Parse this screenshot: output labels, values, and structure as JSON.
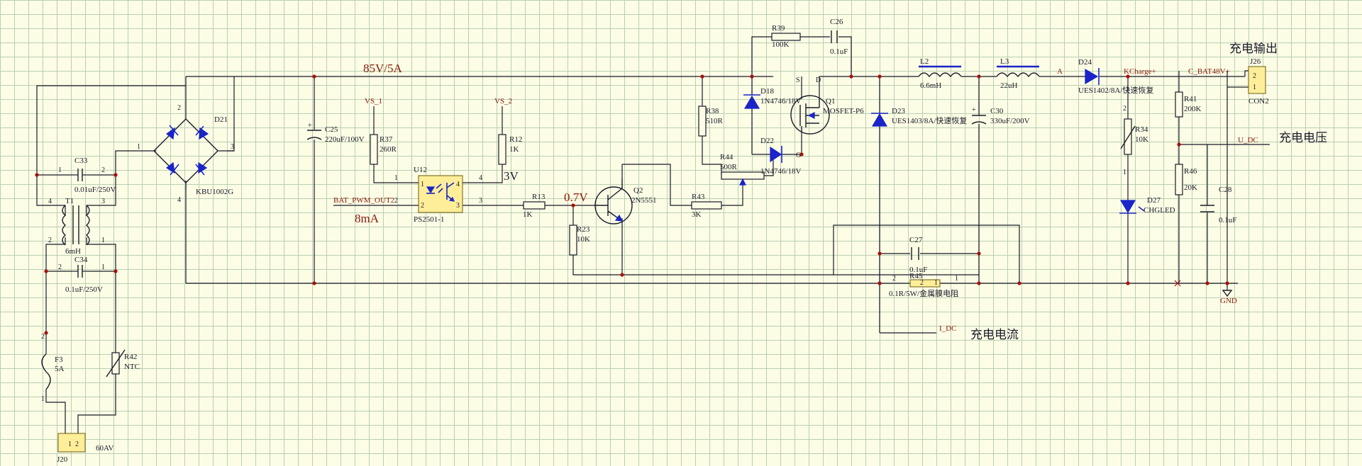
{
  "annotations": {
    "bus": "85V/5A",
    "ma": "8mA",
    "v3": "3V",
    "v07": "0.7V",
    "input_voltage": "60AV",
    "charge_output": "充电输出",
    "charge_voltage": "充电电压",
    "charge_current": "充电电流"
  },
  "nets": {
    "vs1": "VS_1",
    "vs2": "VS_2",
    "pwm": "BAT_PWM_OUT2",
    "kcharge": "KCharge+",
    "cbat": "C_BAT48V+",
    "udc": "U_DC",
    "idc": "I_DC",
    "gnd": "GND",
    "a": "A"
  },
  "components": {
    "c33": {
      "ref": "C33",
      "value": "0.01uF/250V"
    },
    "c34": {
      "ref": "C34",
      "value": "0.1uF/250V"
    },
    "t1": {
      "ref": "T1",
      "value": "6mH"
    },
    "f3": {
      "ref": "F3",
      "value": "5A"
    },
    "r42": {
      "ref": "R42",
      "value": "NTC"
    },
    "j20": {
      "ref": "J20"
    },
    "d21": {
      "ref": "D21",
      "value": "KBU1002G"
    },
    "c25": {
      "ref": "C25",
      "value": "220uF/100V"
    },
    "r37": {
      "ref": "R37",
      "value": "260R"
    },
    "r12": {
      "ref": "R12",
      "value": "1K"
    },
    "u12": {
      "ref": "U12",
      "value": "PS2501-1"
    },
    "r13": {
      "ref": "R13",
      "value": "1K"
    },
    "r23": {
      "ref": "R23",
      "value": "10K"
    },
    "q2": {
      "ref": "Q2",
      "value": "2N5551"
    },
    "r43": {
      "ref": "R43",
      "value": "3K"
    },
    "r38": {
      "ref": "R38",
      "value": "510R"
    },
    "r44": {
      "ref": "R44",
      "value": "500R"
    },
    "r39": {
      "ref": "R39",
      "value": "100K"
    },
    "c26": {
      "ref": "C26",
      "value": "0.1uF"
    },
    "d18": {
      "ref": "D18",
      "value": "1N4746/18V"
    },
    "d22": {
      "ref": "D22",
      "value": "1N4746/18V"
    },
    "q1": {
      "ref": "Q1",
      "value": "MOSFET-P6"
    },
    "d23": {
      "ref": "D23",
      "value": "UES1403/8A/快速恢复"
    },
    "l2": {
      "ref": "L2",
      "value": "6.6mH"
    },
    "l3": {
      "ref": "L3",
      "value": "22uH"
    },
    "c30": {
      "ref": "C30",
      "value": "330uF/200V"
    },
    "c27": {
      "ref": "C27",
      "value": "0.1uF"
    },
    "r45": {
      "ref": "R45",
      "value": "0.1R/5W/金属膜电阻"
    },
    "d24": {
      "ref": "D24",
      "value": "UES1402/8A/快速恢复"
    },
    "r34": {
      "ref": "R34",
      "value": "10K"
    },
    "d27": {
      "ref": "D27",
      "value": "CHGLED"
    },
    "r41": {
      "ref": "R41",
      "value": "200K"
    },
    "r46": {
      "ref": "R46",
      "value": "20K"
    },
    "c28": {
      "ref": "C28",
      "value": "0.1uF"
    },
    "j26": {
      "ref": "J26",
      "value": "CON2"
    }
  },
  "pins": {
    "p1": "1",
    "p2": "2",
    "p3": "3",
    "p4": "4",
    "s": "S",
    "d": "D",
    "g": "G",
    "plus": "+"
  }
}
